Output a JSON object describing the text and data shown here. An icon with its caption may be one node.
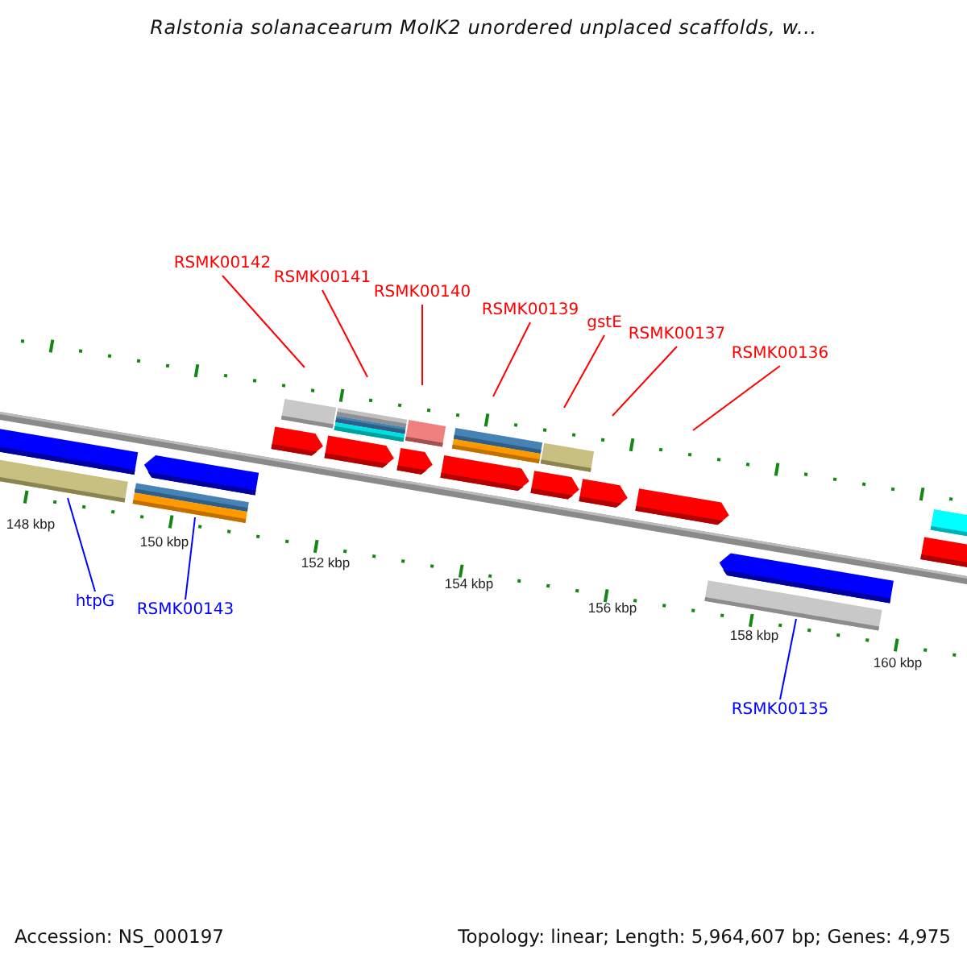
{
  "diagram": {
    "title": "Ralstonia solanacearum MolK2 unordered unplaced scaffolds, w...",
    "nodes": [
      {
        "text": [
          "RSMK00142"
        ]
      },
      {
        "text": [
          "RSMK00141"
        ]
      },
      {
        "text": [
          "RSMK00140"
        ]
      },
      {
        "text": [
          "RSMK00139"
        ]
      },
      {
        "text": [
          "gstE"
        ]
      },
      {
        "text": [
          "RSMK00137"
        ]
      },
      {
        "text": [
          "RSMK00136"
        ]
      },
      {
        "text": [
          "htpG"
        ]
      },
      {
        "text": [
          "RSMK00143"
        ]
      },
      {
        "text": [
          "RSMK00135"
        ]
      }
    ],
    "edges": [
      {
        "from": 0,
        "to": null,
        "arrow": "none"
      },
      {
        "from": 1,
        "to": null,
        "arrow": "none"
      },
      {
        "from": 2,
        "to": null,
        "arrow": "none"
      },
      {
        "from": 3,
        "to": null,
        "arrow": "none"
      },
      {
        "from": 4,
        "to": null,
        "arrow": "none"
      },
      {
        "from": 5,
        "to": null,
        "arrow": "none"
      },
      {
        "from": 6,
        "to": null,
        "arrow": "none"
      },
      {
        "from": 7,
        "to": null,
        "arrow": "none",
        "color": "#0000ff"
      },
      {
        "from": 8,
        "to": null,
        "arrow": "none",
        "color": "#0000ff"
      },
      {
        "from": 9,
        "to": null,
        "arrow": "none",
        "color": "#0000ff"
      }
    ],
    "labels": [
      "148 kbp",
      "150 kbp",
      "152 kbp",
      "154 kbp",
      "156 kbp",
      "158 kbp",
      "160 kbp",
      "Accession: NS_000197",
      "Topology: linear; Length: 5,964,607 bp; Genes: 4,975"
    ]
  }
}
